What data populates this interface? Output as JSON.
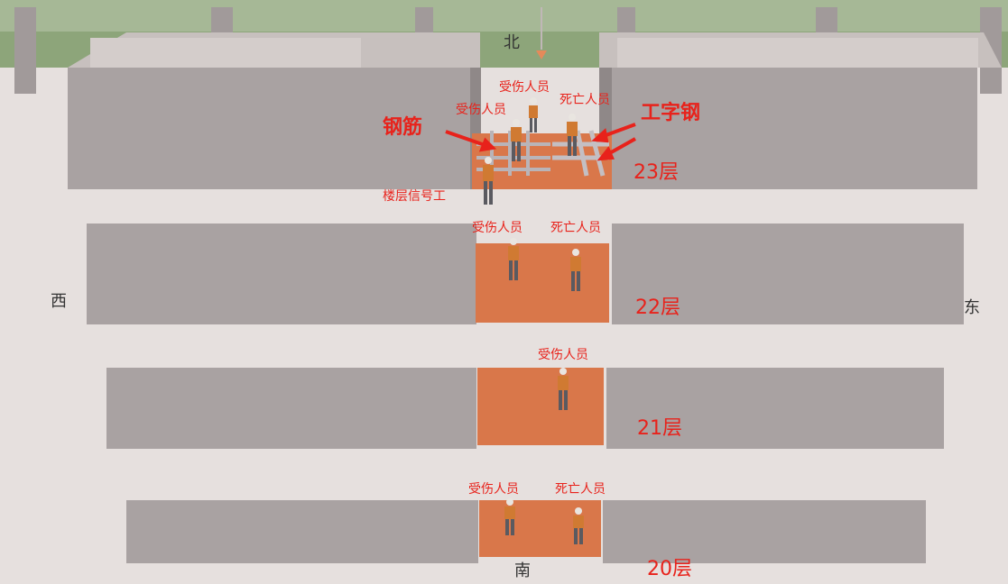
{
  "directions": {
    "north": "北",
    "south": "南",
    "east": "东",
    "west": "西"
  },
  "floors": {
    "f23": {
      "name": "23层",
      "labels": {
        "injured_top": "受伤人员",
        "injured_left": "受伤人员",
        "dead": "死亡人员",
        "rebar": "钢筋",
        "ibeam": "工字钢",
        "signalman": "楼层信号工"
      }
    },
    "f22": {
      "name": "22层",
      "labels": {
        "injured": "受伤人员",
        "dead": "死亡人员"
      }
    },
    "f21": {
      "name": "21层",
      "labels": {
        "injured": "受伤人员"
      }
    },
    "f20": {
      "name": "20层",
      "labels": {
        "injured": "受伤人员",
        "dead": "死亡人员"
      }
    }
  },
  "colors": {
    "label": "#e8221b",
    "wall": "#a8a1a1",
    "slab": "#e6e0de",
    "floor_opening": "#d9774a",
    "grass": "#8aa677"
  }
}
